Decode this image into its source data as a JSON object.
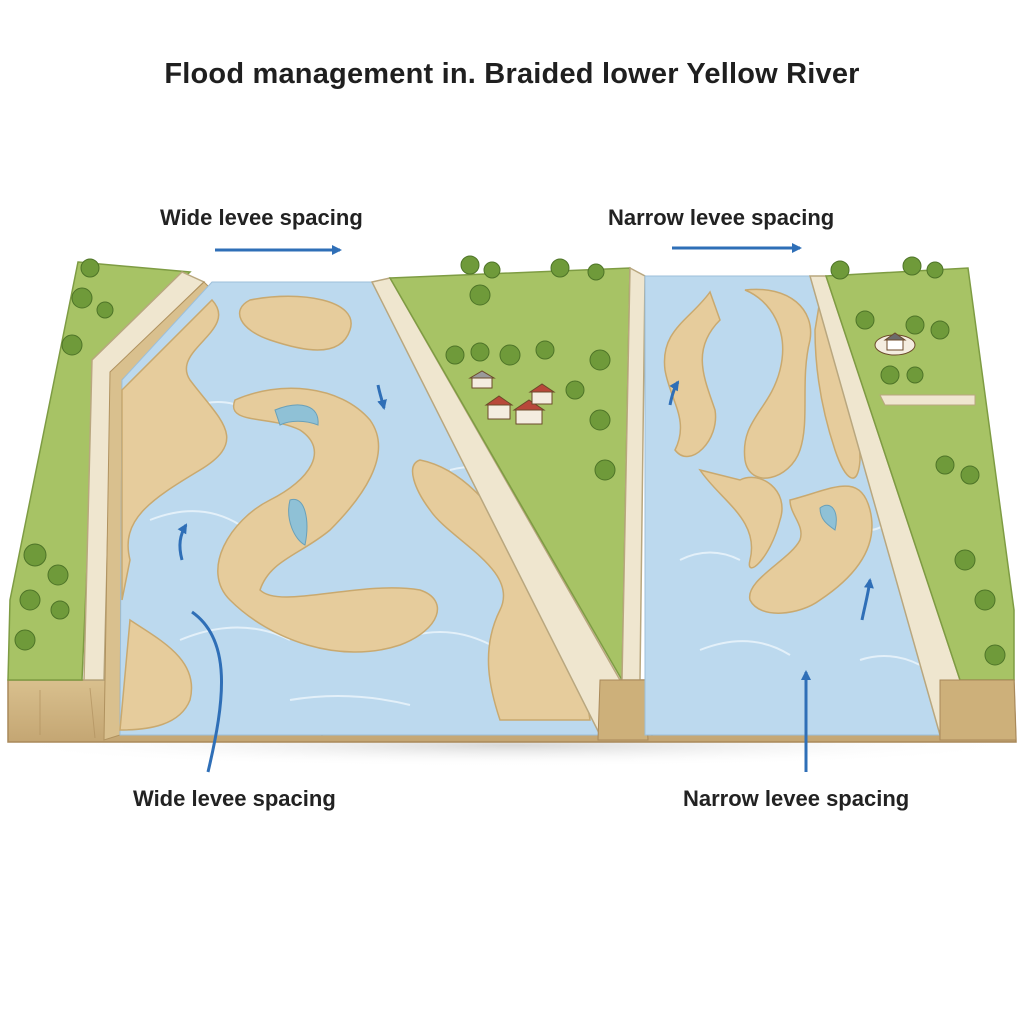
{
  "title": "Flood management in. Braided lower Yellow River",
  "labels": {
    "top_left": "Wide levee spacing",
    "top_right": "Narrow levee spacing",
    "bottom_left": "Wide levee spacing",
    "bottom_right": "Narrow levee spacing"
  },
  "colors": {
    "water": "#bcd9ee",
    "sandbar": "#e6cc9c",
    "grass": "#a7c365",
    "levee": "#efe6cf",
    "soil": "#d8bf8c",
    "arrow": "#2f6fb7"
  }
}
